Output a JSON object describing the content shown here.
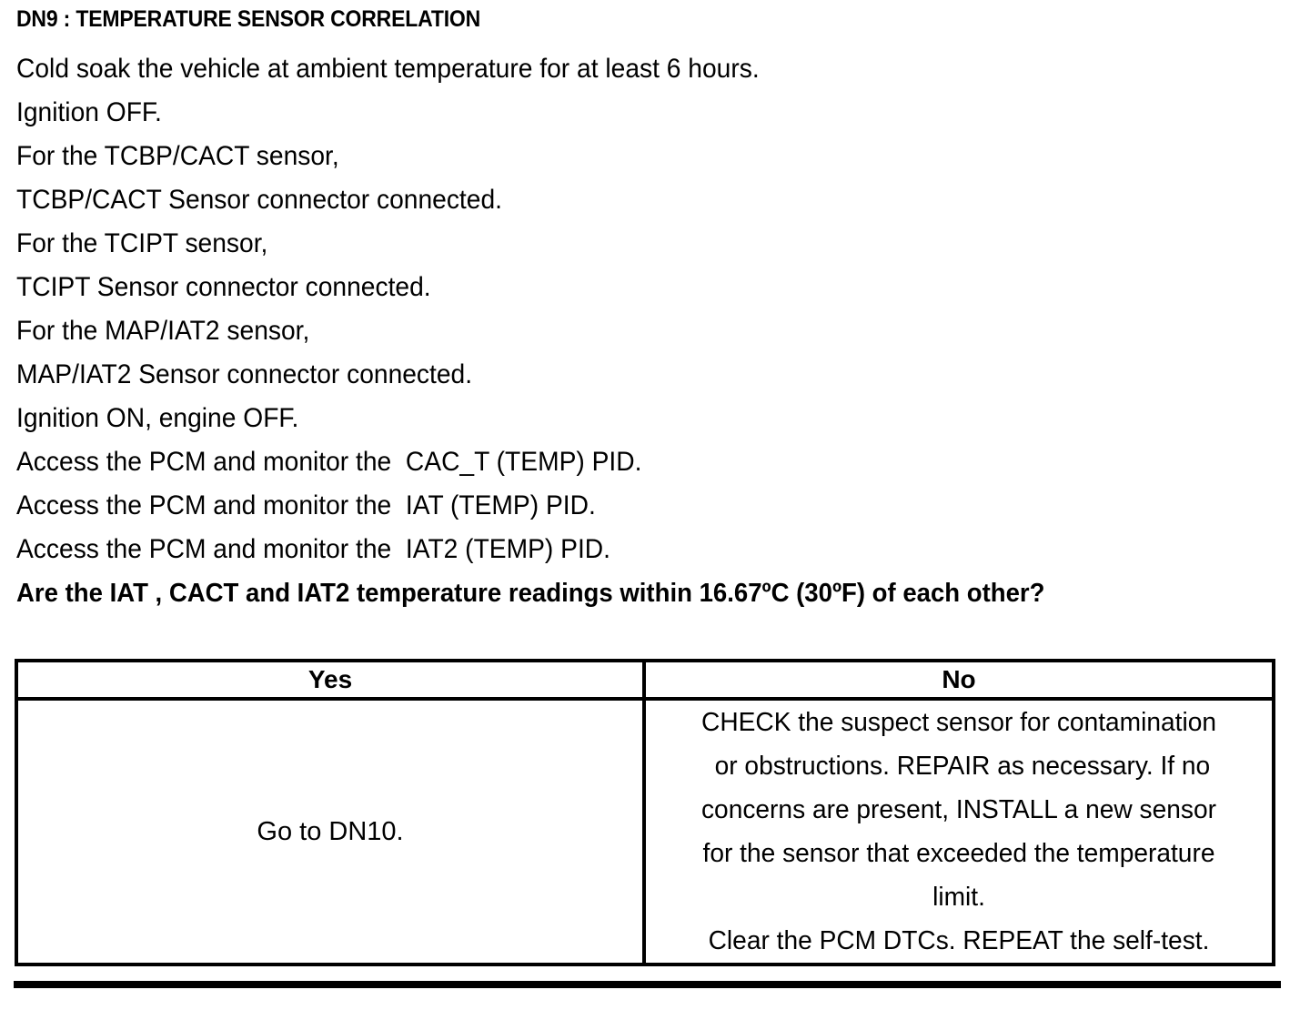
{
  "document": {
    "title": "DN9 : TEMPERATURE SENSOR CORRELATION",
    "steps": [
      "Cold soak the vehicle at ambient temperature for at least 6 hours.",
      "Ignition OFF.",
      "For the TCBP/CACT sensor,",
      "TCBP/CACT Sensor connector connected.",
      "For the TCIPT sensor,",
      "TCIPT Sensor connector connected.",
      "For the MAP/IAT2 sensor,",
      "MAP/IAT2 Sensor connector connected.",
      "Ignition ON, engine OFF.",
      "Access the PCM and monitor the  CAC_T (TEMP) PID.",
      "Access the PCM and monitor the  IAT (TEMP) PID.",
      "Access the PCM and monitor the  IAT2 (TEMP) PID."
    ],
    "question": "Are the IAT , CACT and IAT2 temperature readings within 16.67ºC (30ºF) of each other?"
  },
  "decision_table": {
    "headers": {
      "yes": "Yes",
      "no": "No"
    },
    "yes_action_lines": [
      "Go to DN10."
    ],
    "no_action_lines": [
      "CHECK the suspect sensor for contamination",
      " or obstructions. REPAIR as necessary. If no",
      "concerns are present, INSTALL a new sensor",
      "for the sensor that exceeded the temperature",
      "limit.",
      "Clear the PCM DTCs. REPEAT the self-test."
    ]
  },
  "colors": {
    "text": "#000000",
    "background": "#ffffff",
    "rule": "#000000"
  }
}
